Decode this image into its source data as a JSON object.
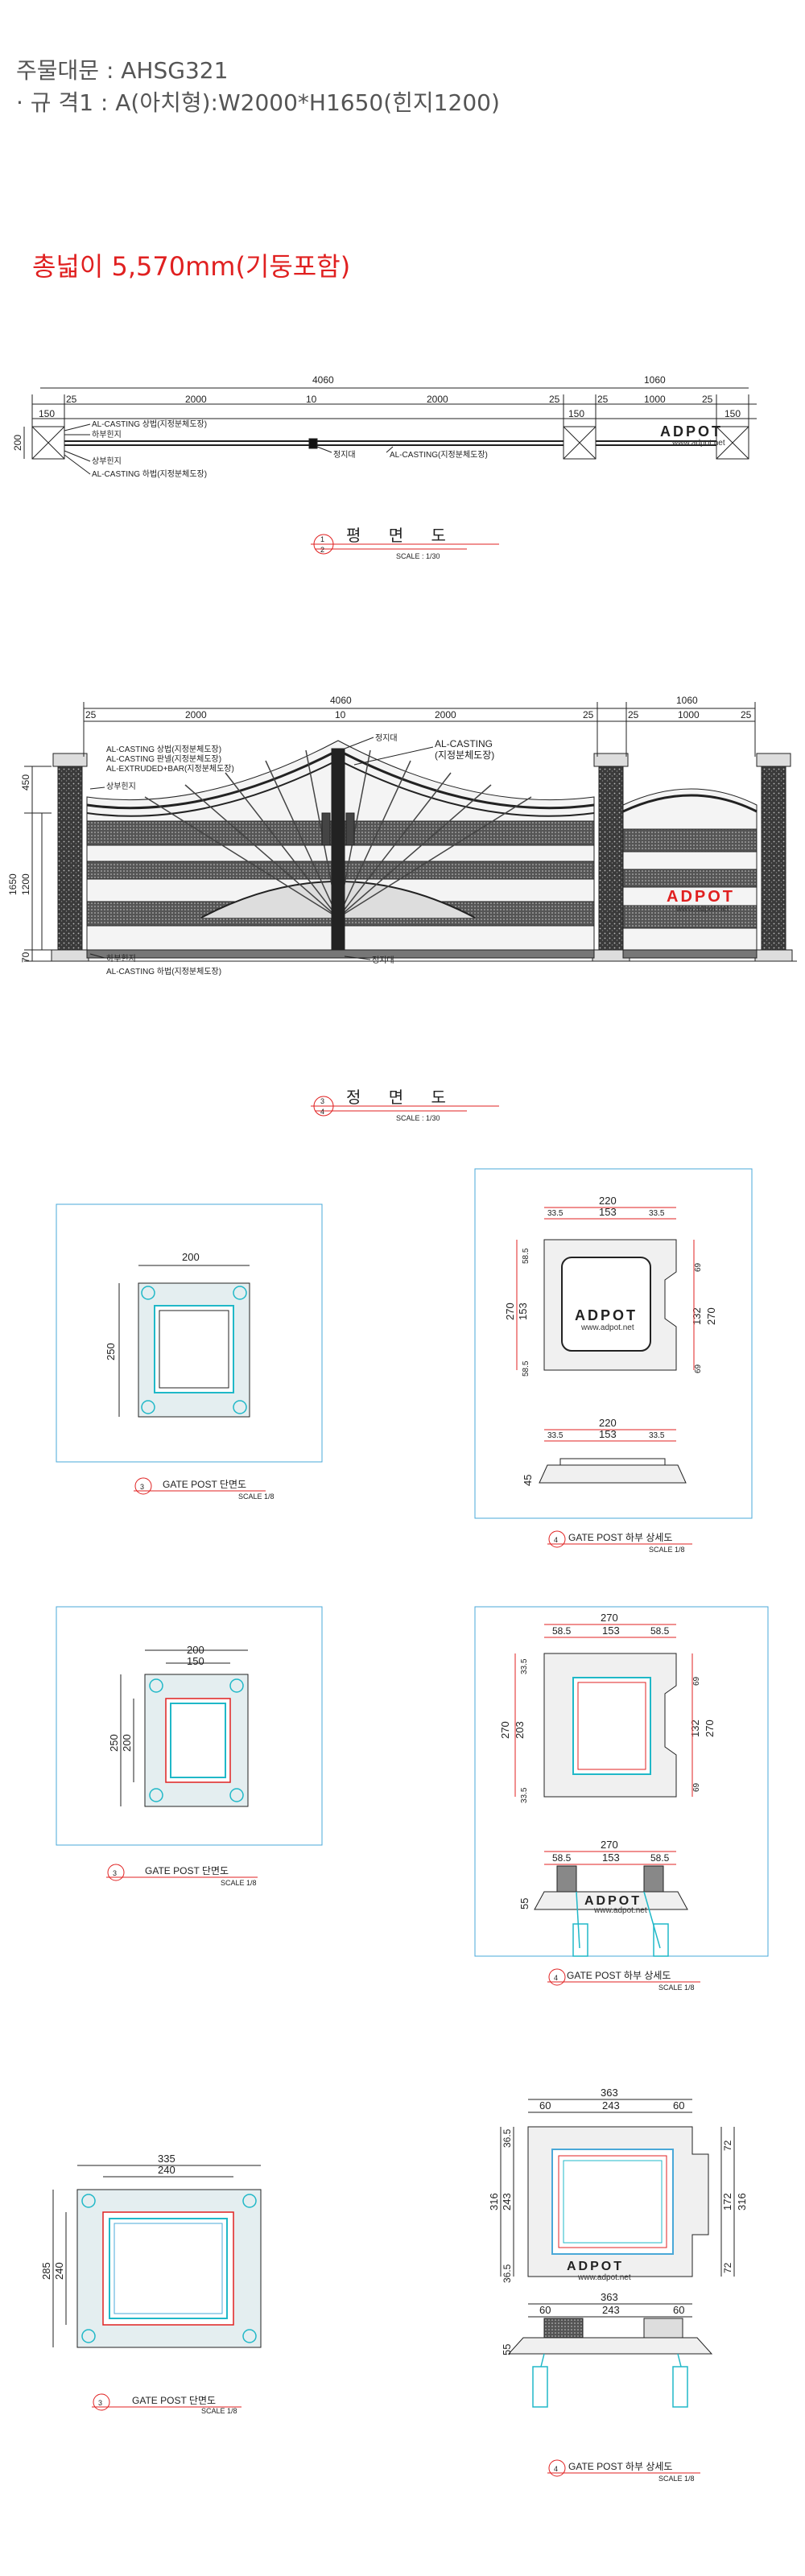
{
  "header": {
    "product_line": "주물대문 : AHSG321",
    "spec_line": "· 규 격1 : A(아치형):W2000*H1650(힌지1200)",
    "total_width": "총넓이 5,570mm(기둥포함)"
  },
  "brand": {
    "name": "ADPOT",
    "url": "www.adpot.net"
  },
  "colors": {
    "accent_red": "#e02020",
    "frame_blue": "#4aa8d8",
    "cyan": "#20b8c8"
  },
  "plan_view": {
    "title": "평 면 도",
    "scale": "SCALE : 1/30",
    "marker": {
      "top": "1",
      "bottom": "2"
    },
    "dims": {
      "overall_gate": "4060",
      "overall_side": "1060",
      "leaf_left": "2000",
      "gap": "10",
      "leaf_right": "2000",
      "side_leaf": "1000",
      "post_left": "150",
      "post_mid": "150",
      "post_right": "150",
      "c25a": "25",
      "c25b": "25",
      "c25c": "25",
      "c25d": "25",
      "depth": "200"
    },
    "labels": {
      "upper_casting": "AL-CASTING 상법(지정분체도장)",
      "lower_hinge": "하부힌지",
      "upper_hinge": "상부힌지",
      "lower_casting": "AL-CASTING 하법(지정분체도장)",
      "stop": "정지대",
      "center_casting": "AL-CASTING(지정분체도장)"
    }
  },
  "elevation_view": {
    "title": "정 면 도",
    "scale": "SCALE : 1/30",
    "marker": {
      "top": "3",
      "bottom": "4"
    },
    "dims": {
      "overall_gate": "4060",
      "overall_side": "1060",
      "leaf_left": "2000",
      "gap": "10",
      "leaf_right": "2000",
      "side_leaf": "1000",
      "c25a": "25",
      "c25b": "25",
      "c25c": "25",
      "c25d": "25",
      "h450": "450",
      "h1650": "1650",
      "h1200": "1200",
      "h70": "70"
    },
    "labels": {
      "top_stop": "정지대",
      "al_casting": "AL-CASTING",
      "al_casting_paint": "(지정분체도장)",
      "upper_casting": "AL-CASTING 상법(지정분체도장)",
      "panel_casting": "AL-CASTING 판넬(지정분체도장)",
      "extruded_bar": "AL-EXTRUDED+BAR(지정분체도장)",
      "upper_hinge": "상부힌지",
      "lower_hinge": "하부힌지",
      "lower_casting": "AL-CASTING 하법(지정분체도장)",
      "bottom_stop": "정지대"
    }
  },
  "details": [
    {
      "number": "3",
      "title": "GATE POST 단면도",
      "scale": "SCALE 1/8",
      "dims": [
        "200",
        "250"
      ]
    },
    {
      "number": "4",
      "title": "GATE POST 하부 상세도",
      "scale": "SCALE 1/8",
      "top": [
        "220",
        "33.5",
        "153",
        "33.5"
      ],
      "left": [
        "270",
        "153",
        "58.5",
        "58.5"
      ],
      "right": [
        "69",
        "132",
        "270",
        "69"
      ],
      "base_top": [
        "220",
        "33.5",
        "153",
        "33.5"
      ],
      "base_h": "45"
    },
    {
      "number": "3",
      "title": "GATE POST 단면도",
      "scale": "SCALE 1/8",
      "dims": [
        "200",
        "150",
        "250",
        "200"
      ]
    },
    {
      "number": "4",
      "title": "GATE POST 하부 상세도",
      "scale": "SCALE 1/8",
      "top": [
        "270",
        "58.5",
        "153",
        "58.5"
      ],
      "left": [
        "270",
        "203",
        "33.5",
        "33.5"
      ],
      "right": [
        "69",
        "132",
        "270",
        "69"
      ],
      "base_top": [
        "270",
        "58.5",
        "153",
        "58.5"
      ],
      "base_h": "55"
    },
    {
      "number": "3",
      "title": "GATE POST 단면도",
      "scale": "SCALE 1/8",
      "dims": [
        "335",
        "240",
        "285",
        "240"
      ]
    },
    {
      "number": "4",
      "title": "GATE POST 하부 상세도",
      "scale": "SCALE 1/8",
      "top": [
        "363",
        "60",
        "243",
        "60"
      ],
      "left": [
        "316",
        "243",
        "36.5",
        "36.5"
      ],
      "right": [
        "72",
        "172",
        "316",
        "72"
      ],
      "base_top": [
        "363",
        "60",
        "243",
        "60"
      ],
      "base_h": "55"
    }
  ]
}
